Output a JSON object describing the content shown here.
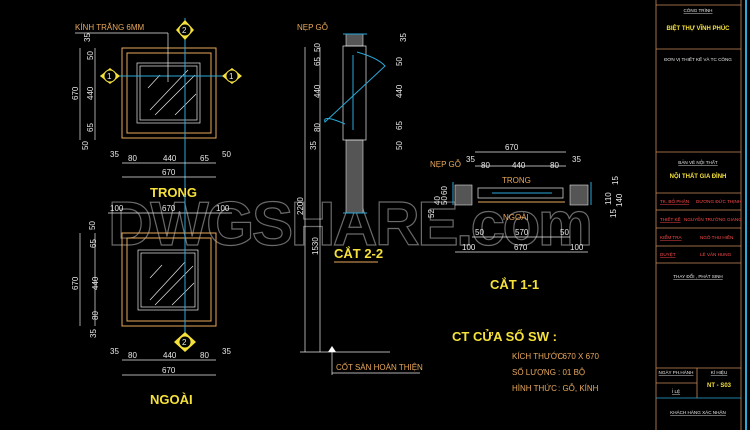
{
  "elevation_inside": {
    "glass_note": "KÍNH TRẮNG 6MM",
    "title": "TRONG",
    "marker_section_1": "1",
    "marker_section_2": "2",
    "dims_vertical_total": "670",
    "dims_vertical": [
      "35",
      "50",
      "440",
      "65",
      "50"
    ],
    "dims_horizontal": [
      "35",
      "80",
      "440",
      "65",
      "50"
    ],
    "dims_horizontal_total": "670"
  },
  "elevation_outside": {
    "title": "NGOÀI",
    "marker_section_2": "2",
    "dims_top": [
      "100",
      "670",
      "100"
    ],
    "dims_vertical_total": "670",
    "dims_vertical": [
      "50",
      "65",
      "440",
      "80",
      "35"
    ],
    "dims_horizontal": [
      "35",
      "80",
      "440",
      "80",
      "35"
    ],
    "dims_horizontal_total": "670"
  },
  "section_2_2": {
    "title": "CẮT 2-2",
    "label_bead": "NẸP GỖ",
    "dims_left": [
      "50",
      "65",
      "440",
      "80",
      "35"
    ],
    "dims_right": [
      "35",
      "50",
      "440",
      "65",
      "50"
    ],
    "dim_total": "2200",
    "dim_sill": "1530",
    "floor_label": "CỐT SÀN HOÀN THIỆN"
  },
  "section_1_1": {
    "title": "CẮT 1-1",
    "label_bead": "NẸP GỖ",
    "label_inside": "TRONG",
    "label_outside": "NGOÀI",
    "dims_top_total": "670",
    "dims_top": [
      "35",
      "80",
      "440",
      "80",
      "35"
    ],
    "dims_bottom": [
      "50",
      "570",
      "50"
    ],
    "dims_bottom_total": [
      "100",
      "670",
      "100"
    ],
    "dims_left": [
      "60",
      "40",
      "50",
      "52"
    ],
    "dims_right": [
      "15",
      "110",
      "140",
      "15"
    ]
  },
  "spec": {
    "title": "CT CỬA SỔ SW :",
    "rows": [
      {
        "label": "KÍCH THƯỚC",
        "value": ": 670 X 670"
      },
      {
        "label": "SỐ LƯỢNG",
        "value": ": 01 BỘ"
      },
      {
        "label": "HÌNH THỨC",
        "value": ": GỖ, KÍNH"
      }
    ]
  },
  "watermark": "DWGSHARE.com",
  "title_block": {
    "project_label": "CÔNG TRÌNH",
    "project_name": "BIỆT THỰ VĨNH PHÚC",
    "designer_org": "ĐƠN VỊ THIẾT KẾ VÀ TC CÔNG",
    "drawing_label": "BẢN VẼ NỘI THẤT",
    "drawing_name": "NỘI THẤT GIA ĐÌNH",
    "people": [
      {
        "role": "TK. BỐ PHẬN",
        "name": "DƯƠNG ĐỨC THỊNH"
      },
      {
        "role": "THIẾT KẾ",
        "name": "NGUYỄN TRƯỜNG GIANG"
      },
      {
        "role": "KIỂM TRA",
        "name": "NGÔ THU HIỀN"
      },
      {
        "role": "DUYỆT",
        "name": "LÊ VĂN HUNG"
      }
    ],
    "changes_label": "THAY ĐỔI , PHÁT SINH",
    "issue_date_label": "NGÀY PH.HÀNH",
    "scale_label": "Ỉ LỆ",
    "code_label": "KÍ HIỆU",
    "code": "NT - S03",
    "client_label": "KHÁCH HÀNG XÁC NHẬN"
  },
  "colors": {
    "background": "#000000",
    "dimension": "#e8e8e8",
    "frame": "#e9a85a",
    "title": "#f5e13a",
    "section_line": "#2aa8d8",
    "title_block_names": "#ff4a4a"
  }
}
